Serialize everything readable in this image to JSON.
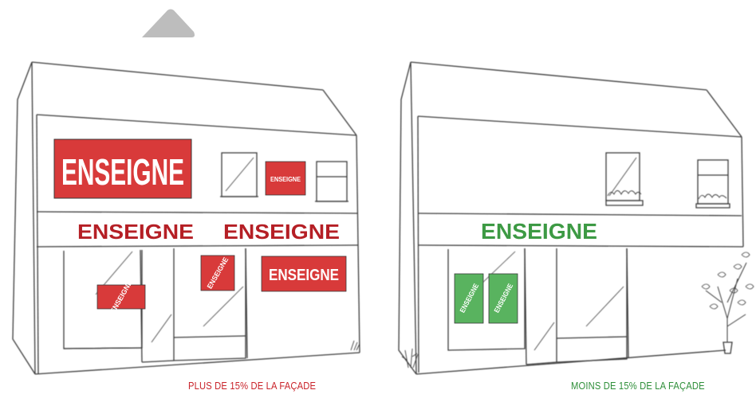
{
  "sign_word": "ENSEIGNE",
  "captions": {
    "left": "PLUS DE 15% DE LA FAÇADE",
    "right": "MOINS DE 15% DE LA FAÇADE"
  },
  "colors": {
    "red": "#d83a3a",
    "red_text": "#b51f25",
    "green": "#3d9a44",
    "green_light": "#59b35f",
    "line": "#3a3a3a",
    "up_arrow": "#bdbdbd"
  }
}
